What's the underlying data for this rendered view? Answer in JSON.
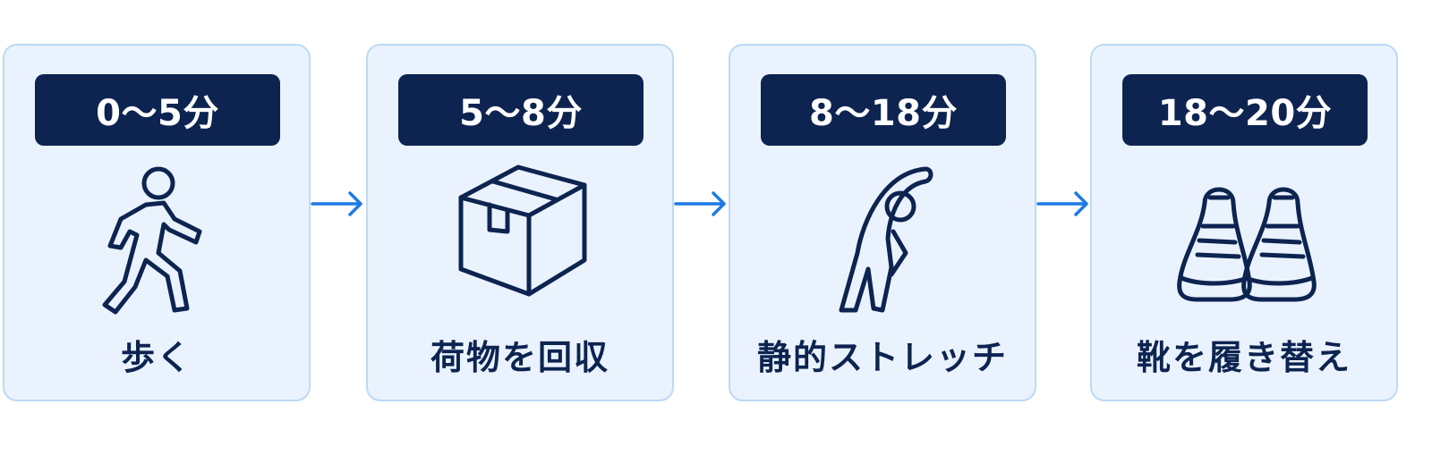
{
  "steps": [
    {
      "time": "0～5分",
      "label": "歩く",
      "icon": "walking-person-icon"
    },
    {
      "time": "5～8分",
      "label": "荷物を回収",
      "icon": "package-box-icon"
    },
    {
      "time": "8～18分",
      "label": "静的ストレッチ",
      "icon": "stretching-person-icon"
    },
    {
      "time": "18～20分",
      "label": "靴を履き替え",
      "icon": "sneakers-icon"
    }
  ],
  "colors": {
    "card_background": "#eaf3fd",
    "card_border": "#bcd9f5",
    "badge_background": "#0d2451",
    "text_primary": "#0d2451",
    "arrow": "#1e7ae6"
  }
}
